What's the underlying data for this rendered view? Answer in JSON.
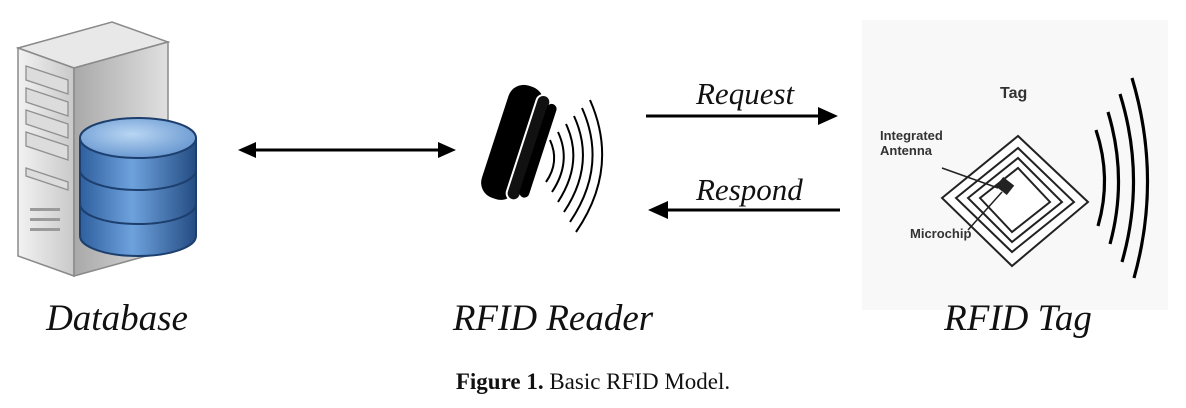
{
  "nodes": {
    "database": "Database",
    "reader": "RFID Reader",
    "tag": "RFID Tag"
  },
  "arrows": {
    "request": "Request",
    "respond": "Respond"
  },
  "tag_illustration": {
    "title": "Tag",
    "antenna": "Integrated\nAntenna",
    "microchip": "Microchip"
  },
  "caption": {
    "label": "Figure 1.",
    "text": "Basic RFID Model."
  },
  "colors": {
    "db_blue": "#4a82c4",
    "server_gray": "#c8c8c8",
    "ink": "#111111"
  }
}
